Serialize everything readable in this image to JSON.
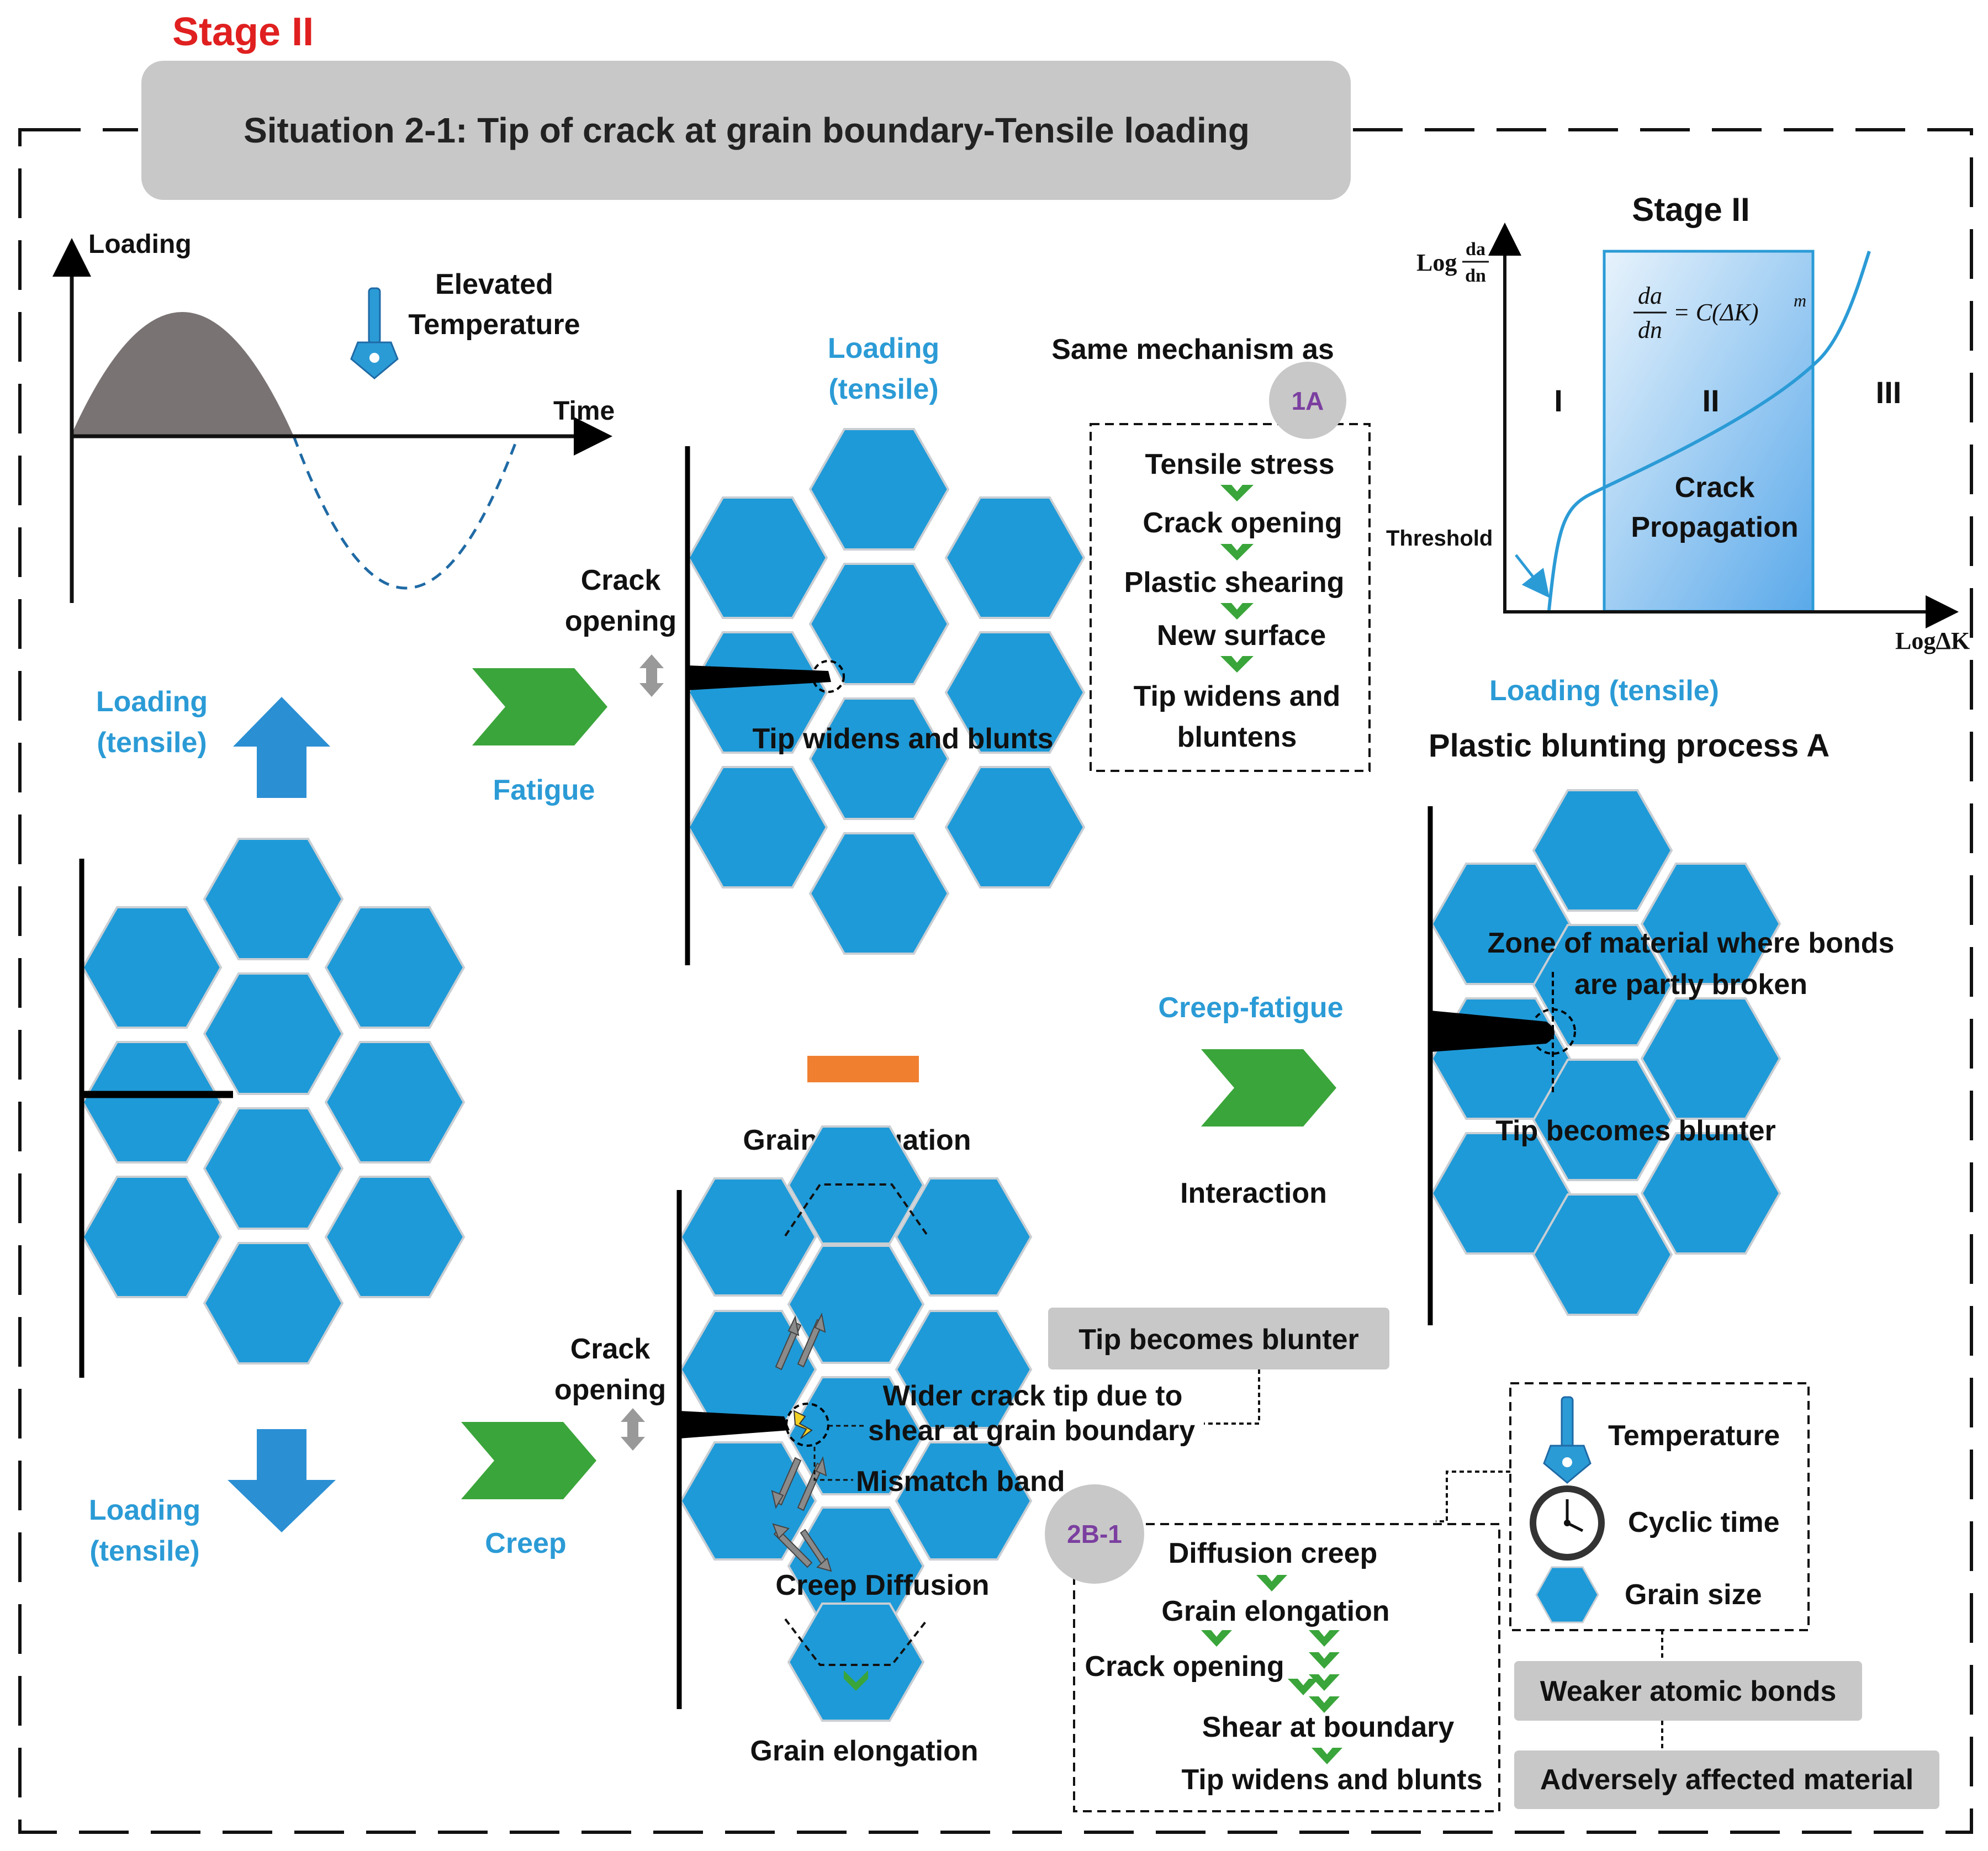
{
  "stage_title": "Stage II",
  "situation_title": "Situation 2-1: Tip of crack at grain boundary-Tensile loading",
  "colors": {
    "accent_red": "#e02020",
    "grain_blue": "#1e9ad8",
    "label_blue": "#2b9bd6",
    "arrow_green": "#3aa53a",
    "header_gray": "#c8c8c8",
    "badge_purple": "#7b3fa0",
    "bar_orange": "#f08030",
    "load_wave_gray": "#7a7373"
  },
  "loading_graph": {
    "y_label": "Loading",
    "x_label": "Time",
    "temperature_label_line1": "Elevated",
    "temperature_label_line2": "Temperature"
  },
  "left_side": {
    "top_loading_line1": "Loading",
    "top_loading_line2": "(tensile)",
    "bottom_loading_line1": "Loading",
    "bottom_loading_line2": "(tensile)"
  },
  "fatigue_path": {
    "label": "Fatigue",
    "top_loading_line1": "Loading",
    "top_loading_line2": "(tensile)",
    "crack_opening_line1": "Crack",
    "crack_opening_line2": "opening",
    "tip_caption": "Tip widens and blunts"
  },
  "same_mechanism": {
    "heading": "Same mechanism as",
    "badge": "1A",
    "steps": [
      "Tensile stress",
      "Crack opening",
      "Plastic shearing",
      "New surface",
      "Tip widens and",
      "bluntens"
    ]
  },
  "minus_symbol": "minus",
  "creep_path": {
    "label": "Creep",
    "grain_elongation_top": "Grain elongation",
    "grain_elongation_bottom": "Grain elongation",
    "crack_opening_line1": "Crack",
    "crack_opening_line2": "opening",
    "wider_tip_line1": "Wider crack tip due to",
    "wider_tip_line2": "shear at grain boundary",
    "mismatch_band": "Mismatch band",
    "creep_diffusion": "Creep Diffusion",
    "tip_blunter_box": "Tip becomes blunter"
  },
  "creep_mechanism": {
    "badge": "2B-1",
    "steps": {
      "diffusion_creep": "Diffusion creep",
      "grain_elongation": "Grain elongation",
      "crack_opening": "Crack opening",
      "shear_at_boundary": "Shear at boundary",
      "tip_widens": "Tip widens and blunts"
    }
  },
  "interaction": {
    "creep_fatigue": "Creep-fatigue",
    "label": "Interaction"
  },
  "stage2_chart": {
    "title": "Stage II",
    "y_label_prefix": "Log",
    "y_label_num": "da",
    "y_label_den": "dn",
    "x_label": "LogΔK",
    "equation_num": "da",
    "equation_den": "dn",
    "equation_rhs": "= C(ΔK)",
    "equation_exp": "m",
    "region_1": "I",
    "region_2": "II",
    "region_3": "III",
    "region_label_line1": "Crack",
    "region_label_line2": "Propagation",
    "threshold": "Threshold"
  },
  "blunting": {
    "loading": "Loading (tensile)",
    "title": "Plastic blunting process A",
    "zone_line1": "Zone of material where bonds",
    "zone_line2": "are partly broken",
    "tip_blunter": "Tip becomes blunter"
  },
  "factors": {
    "temperature": "Temperature",
    "cyclic_time": "Cyclic time",
    "grain_size": "Grain size",
    "weaker_bonds": "Weaker atomic bonds",
    "adversely_affected": "Adversely affected material"
  }
}
